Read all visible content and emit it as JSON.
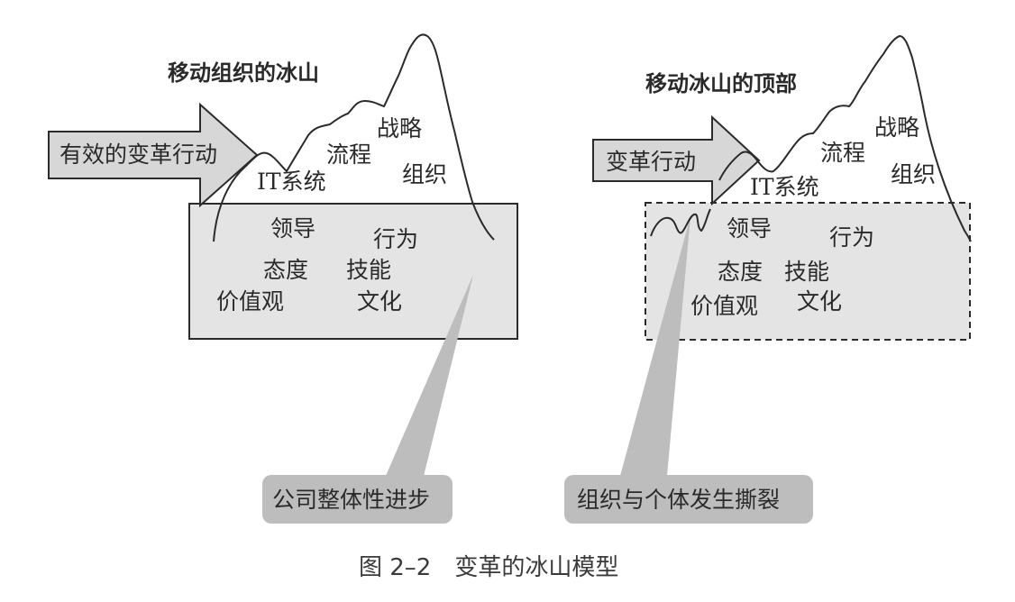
{
  "left": {
    "title": "移动组织的冰山",
    "arrow_label": "有效的变革行动",
    "above_water": {
      "it_prefix": "IT",
      "it_suffix": "系统",
      "process": "流程",
      "strategy": "战略",
      "org": "组织"
    },
    "below_water": {
      "leadership": "领导",
      "behavior": "行为",
      "attitude": "态度",
      "skill": "技能",
      "values": "价值观",
      "culture": "文化"
    },
    "callout": "公司整体性进步"
  },
  "right": {
    "title": "移动冰山的顶部",
    "arrow_label": "变革行动",
    "above_water": {
      "it_prefix": "IT",
      "it_suffix": "系统",
      "process": "流程",
      "strategy": "战略",
      "org": "组织"
    },
    "below_water": {
      "leadership": "领导",
      "behavior": "行为",
      "attitude": "态度",
      "skill": "技能",
      "values": "价值观",
      "culture": "文化"
    },
    "callout": "组织与个体发生撕裂"
  },
  "caption": "图 2–2　变革的冰山模型",
  "colors": {
    "box_fill": "#e4e4e4",
    "arrow_fill": "#d7d7d7",
    "callout_fill": "#bdbdbd",
    "stroke": "#2b2b2b"
  }
}
